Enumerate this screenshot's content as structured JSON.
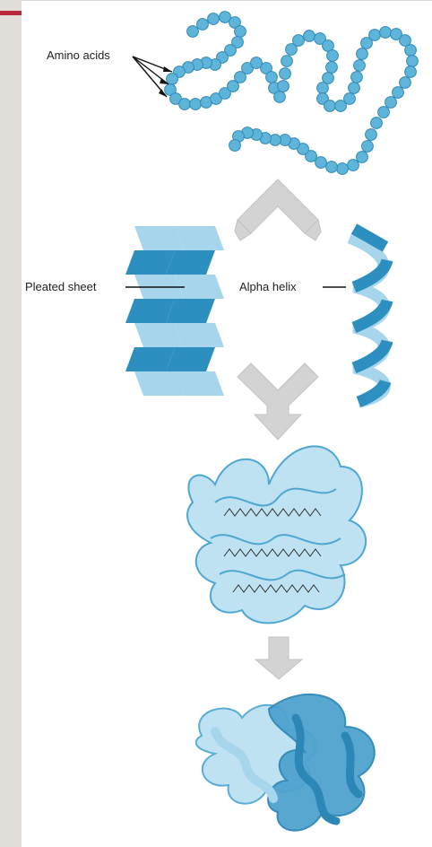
{
  "labels": {
    "amino_acids": "Amino acids",
    "pleated_sheet": "Pleated sheet",
    "alpha_helix": "Alpha helix"
  },
  "colors": {
    "bead_fill": "#5fb4da",
    "bead_stroke": "#2f8ab5",
    "light_blue": "#a7d5ec",
    "mid_blue": "#6fbedf",
    "dark_blue": "#2c8fbf",
    "arrow_gray": "#cfcfcf",
    "side_panel": "#e1ded9",
    "accent_red": "#b8283a"
  }
}
